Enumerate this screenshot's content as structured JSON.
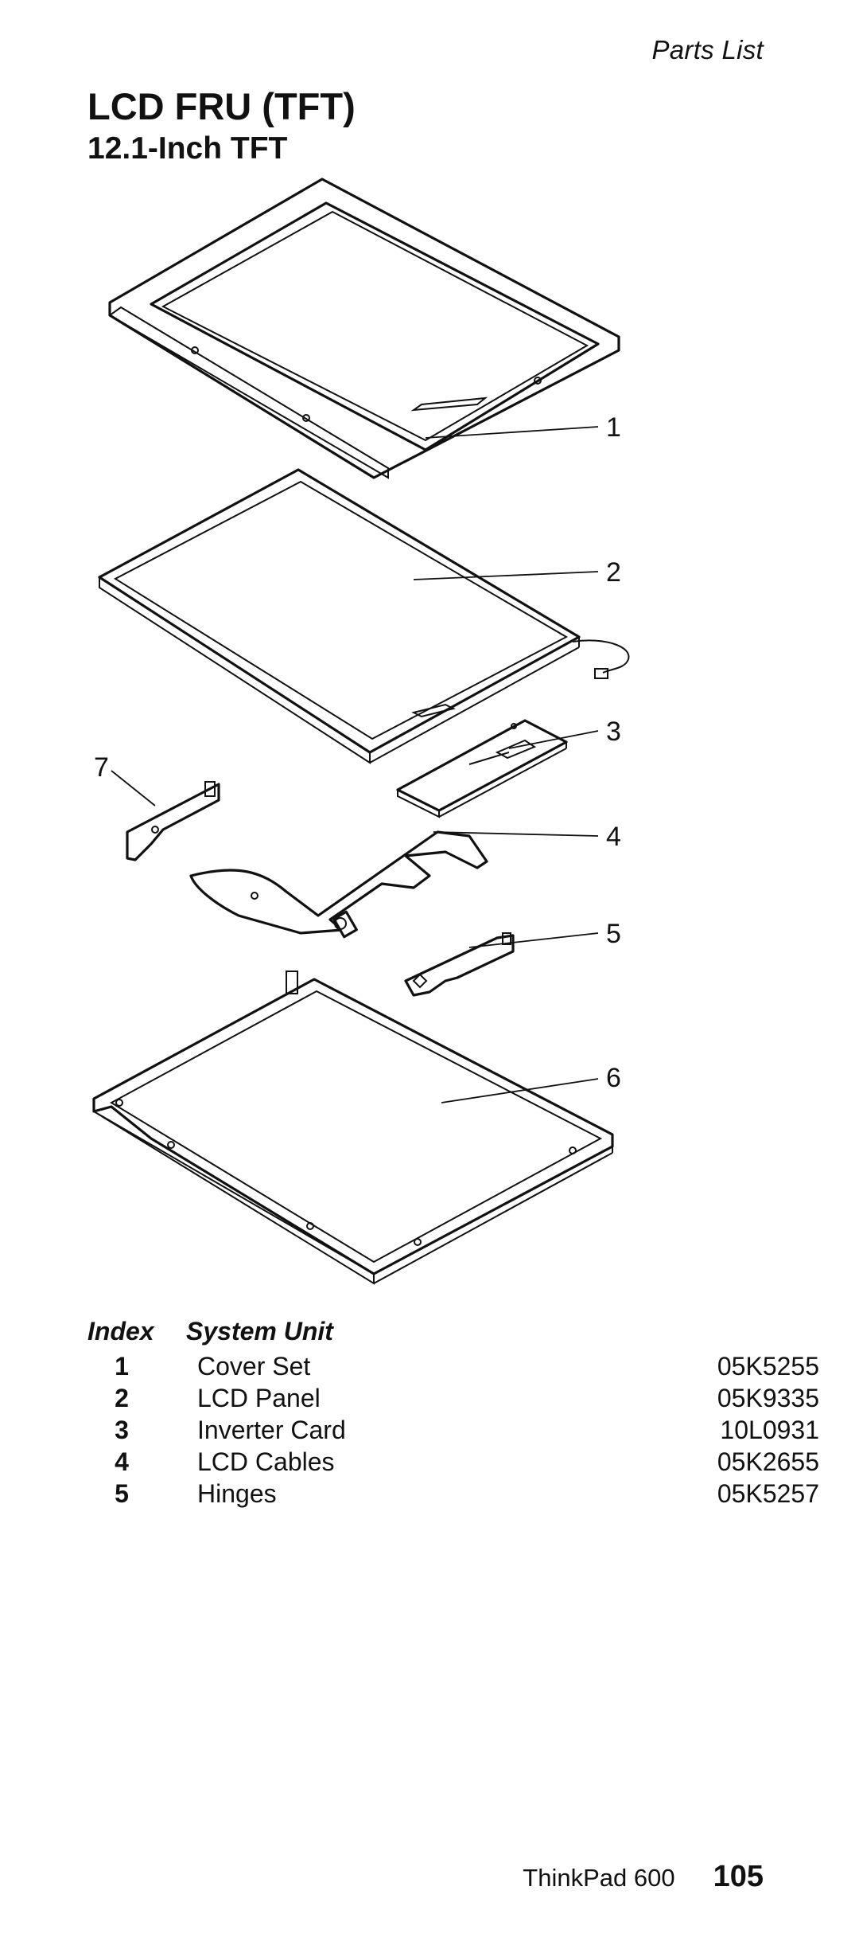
{
  "header": {
    "section": "Parts List"
  },
  "title": "LCD FRU (TFT)",
  "subtitle": "12.1-Inch TFT",
  "diagram": {
    "callouts": [
      "1",
      "2",
      "3",
      "4",
      "5",
      "6",
      "7"
    ]
  },
  "table": {
    "headers": {
      "index": "Index",
      "system_unit": "System Unit"
    },
    "rows": [
      {
        "index": "1",
        "description": "Cover Set",
        "part_number": "05K5255"
      },
      {
        "index": "2",
        "description": "LCD Panel",
        "part_number": "05K9335"
      },
      {
        "index": "3",
        "description": "Inverter Card",
        "part_number": "10L0931"
      },
      {
        "index": "4",
        "description": "LCD Cables",
        "part_number": "05K2655"
      },
      {
        "index": "5",
        "description": "Hinges",
        "part_number": "05K5257"
      }
    ]
  },
  "footer": {
    "product": "ThinkPad 600",
    "page_number": "105"
  }
}
